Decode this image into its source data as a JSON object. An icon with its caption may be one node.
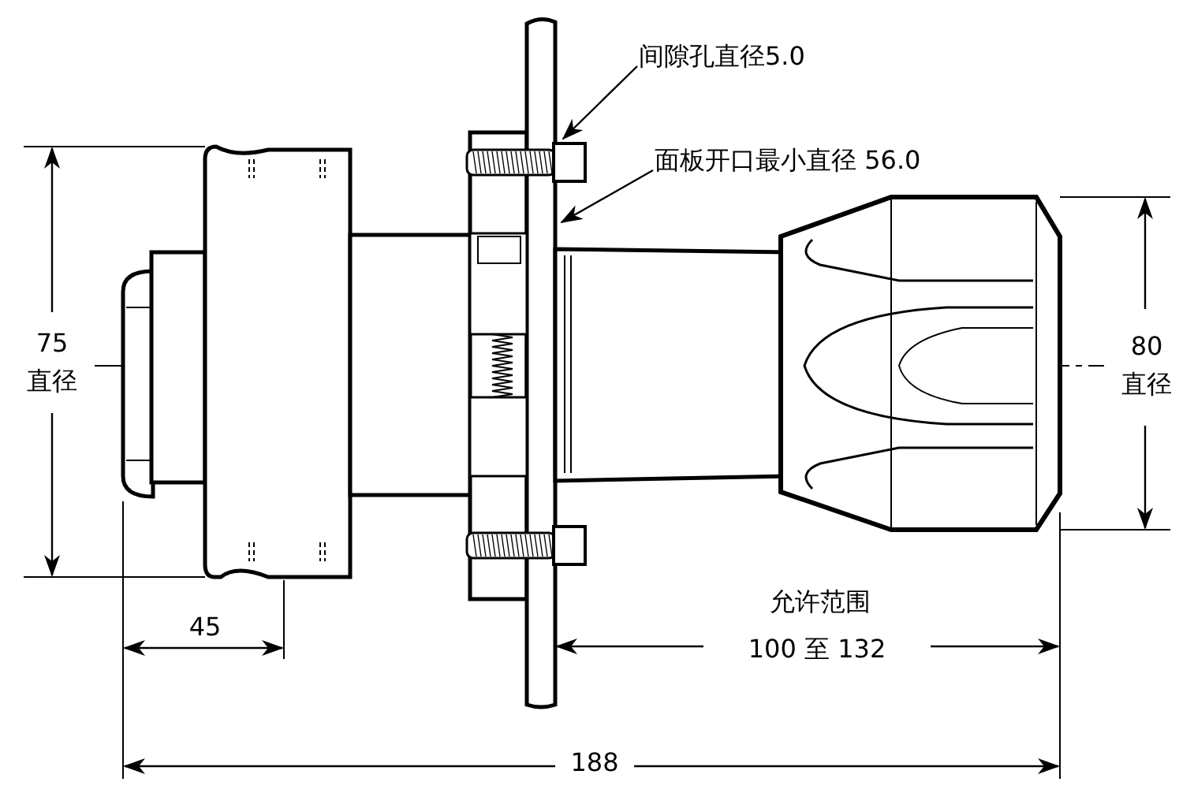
{
  "diagram": {
    "nodes": [
      {
        "text": [
          "间隙孔直径5.0"
        ]
      },
      {
        "text": [
          "面板开口最小直径 56.0"
        ]
      }
    ],
    "edges": [
      {
        "from": 0,
        "to": null,
        "arrow": "to"
      },
      {
        "from": 1,
        "to": null,
        "arrow": "to"
      }
    ],
    "labels": [
      "75 直径",
      "80 直径",
      "允许范围",
      "100 至 132",
      "45",
      "188"
    ]
  }
}
